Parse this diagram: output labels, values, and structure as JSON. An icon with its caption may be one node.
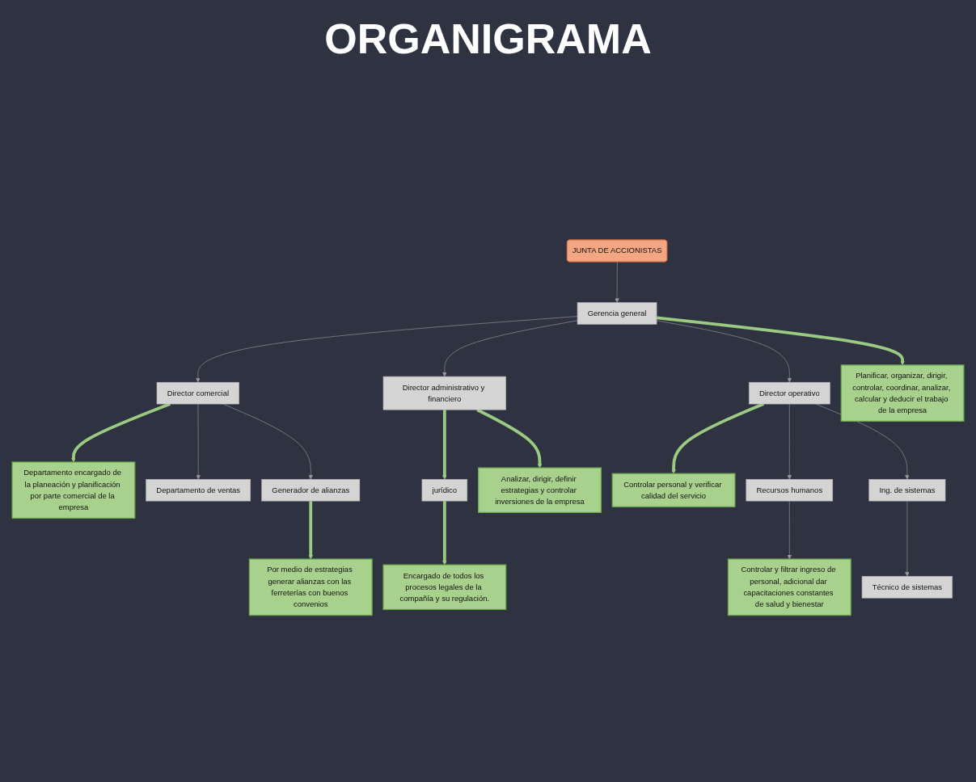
{
  "diagram": {
    "title": "ORGANIGRAMA",
    "nodes": [
      {
        "text": [
          "JUNTA DE ACCIONISTAS"
        ]
      },
      {
        "text": [
          "Gerencia general"
        ]
      },
      {
        "text": [
          "Planificar, organizar, dirigir, controlar, coordinar, analizar, calcular y deducir el trabajo de la empresa"
        ]
      },
      {
        "text": [
          "Departamento encargado de la planeación y planificación por parte comercial de la empresa"
        ]
      },
      {
        "text": [
          "Director comercial"
        ]
      },
      {
        "text": [
          "Director administrativo y financiero"
        ]
      },
      {
        "text": [
          "Director operativo"
        ]
      },
      {
        "text": [
          "Departamento de ventas"
        ]
      },
      {
        "text": [
          "Generador de alianzas"
        ]
      },
      {
        "text": [
          "Por medio de estrategias generar alianzas con las ferreterías con buenos convenios"
        ]
      },
      {
        "text": [
          "jurídico"
        ]
      },
      {
        "text": [
          "Analizar, dirigir, definir estrategias y controlar inversiones de la empresa"
        ]
      },
      {
        "text": [
          "Encargado de todos los procesos legales de la compañía y su regulación."
        ]
      },
      {
        "text": [
          "Controlar personal y verificar calidad del servicio"
        ]
      },
      {
        "text": [
          "Recursos humanos"
        ]
      },
      {
        "text": [
          "Ing. de sistemas"
        ]
      },
      {
        "text": [
          "Técnico de sistemas"
        ]
      },
      {
        "text": [
          "Controlar y filtrar ingreso de personal, adicional dar capacitaciones constantes de salud y bienestar"
        ]
      }
    ],
    "edges": [
      {
        "from": 0,
        "to": 1,
        "arrow": "to"
      },
      {
        "from": 1,
        "to": 4,
        "arrow": "to"
      },
      {
        "from": 1,
        "to": 5,
        "arrow": "to"
      },
      {
        "from": 1,
        "to": 6,
        "arrow": "to"
      },
      {
        "from": 1,
        "to": 2,
        "arrow": "to",
        "style": "thick",
        "color": "#9bcb83"
      },
      {
        "from": 4,
        "to": 3,
        "arrow": "to",
        "style": "thick",
        "color": "#9bcb83"
      },
      {
        "from": 4,
        "to": 7,
        "arrow": "to"
      },
      {
        "from": 4,
        "to": 8,
        "arrow": "to"
      },
      {
        "from": 8,
        "to": 9,
        "arrow": "to",
        "style": "thick",
        "color": "#9bcb83"
      },
      {
        "from": 5,
        "to": 10,
        "arrow": "to",
        "style": "thick",
        "color": "#9bcb83"
      },
      {
        "from": 5,
        "to": 11,
        "arrow": "to",
        "style": "thick",
        "color": "#9bcb83"
      },
      {
        "from": 10,
        "to": 12,
        "arrow": "to",
        "style": "thick",
        "color": "#9bcb83"
      },
      {
        "from": 6,
        "to": 13,
        "arrow": "to",
        "style": "thick",
        "color": "#9bcb83"
      },
      {
        "from": 6,
        "to": 14,
        "arrow": "to"
      },
      {
        "from": 6,
        "to": 15,
        "arrow": "to"
      },
      {
        "from": 15,
        "to": 16,
        "arrow": "to"
      },
      {
        "from": 14,
        "to": 17,
        "arrow": "to"
      }
    ]
  }
}
